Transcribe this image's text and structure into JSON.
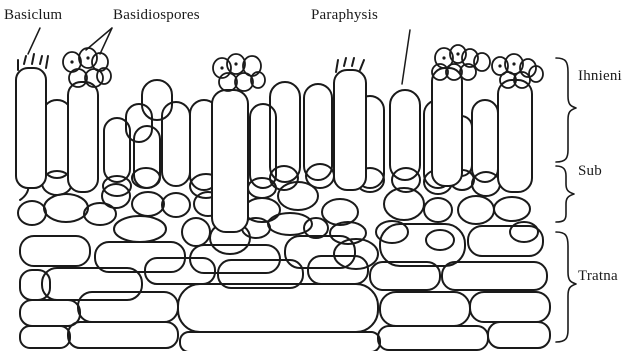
{
  "labels": {
    "basidium": "Basiclum",
    "basidiospores": "Basidiospores",
    "paraphysis": "Paraphysis",
    "hymenium": "Ihnieni",
    "subhymenium": "Sub",
    "trama": "Tratna"
  },
  "colors": {
    "stroke": "#1a1a1a",
    "fill": "#ffffff"
  }
}
